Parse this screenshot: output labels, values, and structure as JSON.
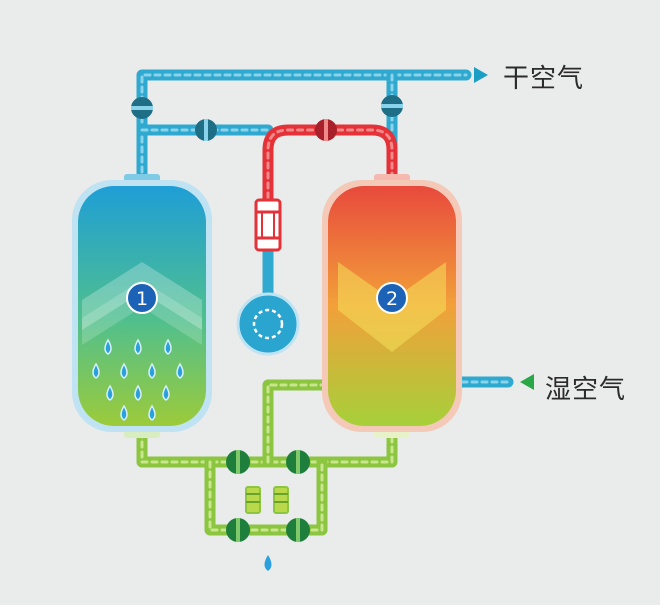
{
  "labels": {
    "dry_air": "干空气",
    "wet_air": "湿空气"
  },
  "towers": {
    "tower_1": {
      "number": "1"
    },
    "tower_2": {
      "number": "2"
    }
  },
  "colors": {
    "background": "#eaebeb",
    "dry_pipe": "#33b3d6",
    "hot_pipe": "#e8323a",
    "wet_pipe": "#8cc640",
    "valve": "#1e7f3c",
    "badge": "#1c63b7",
    "arrow_dry": "#1a9ec4",
    "arrow_wet": "#2aa848"
  }
}
